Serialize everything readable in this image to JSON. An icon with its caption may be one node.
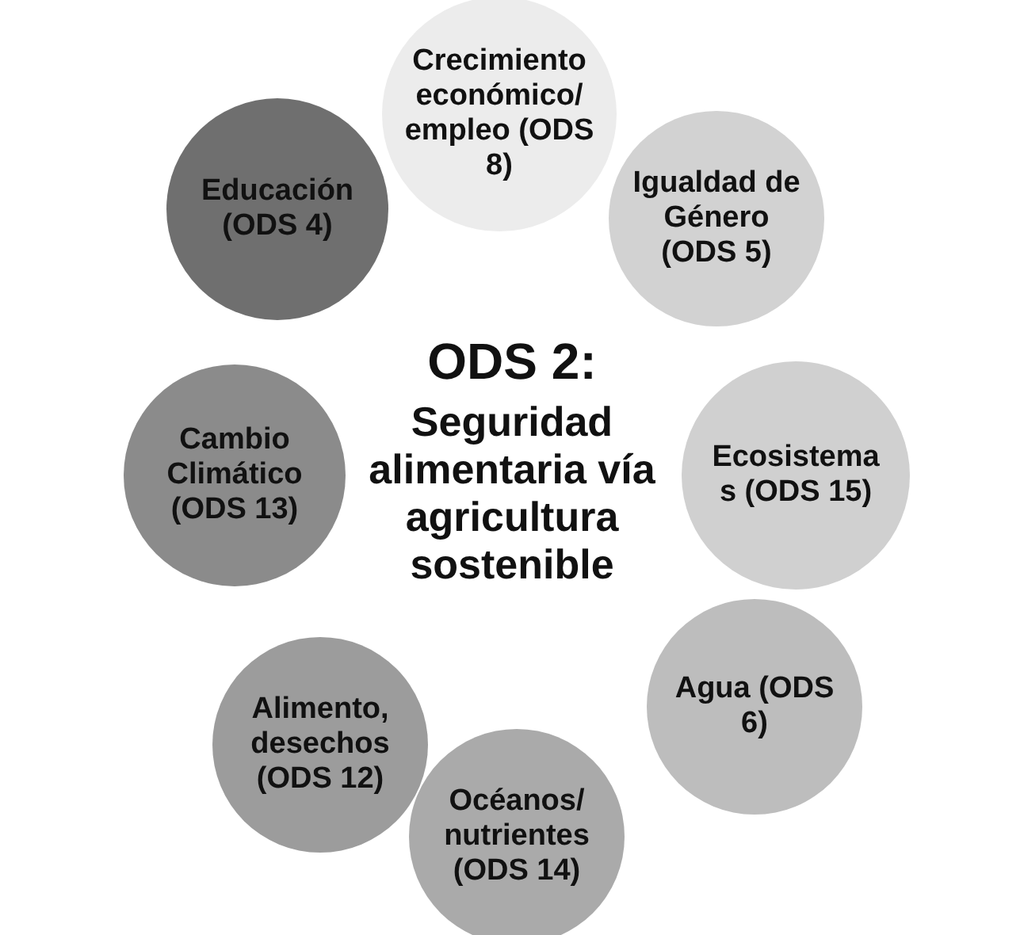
{
  "diagram": {
    "nodes": [
      {
        "text": [
          "Crecimiento económico/ empleo (ODS 8)"
        ]
      },
      {
        "text": [
          "Educación (ODS 4)"
        ]
      },
      {
        "text": [
          "Igualdad de Género (ODS 5)"
        ]
      },
      {
        "text": [
          "Cambio Climático (ODS 13)"
        ]
      },
      {
        "text": [
          "Ecosistemas (ODS 15)"
        ]
      },
      {
        "text": [
          "Alimento, desechos (ODS 12)"
        ]
      },
      {
        "text": [
          "Agua (ODS 6)"
        ]
      },
      {
        "text": [
          "Océanos/ nutrientes (ODS 14)"
        ]
      }
    ],
    "labels": [
      "ODS 2:",
      "Seguridad alimentaria vía agricultura sostenible"
    ]
  }
}
